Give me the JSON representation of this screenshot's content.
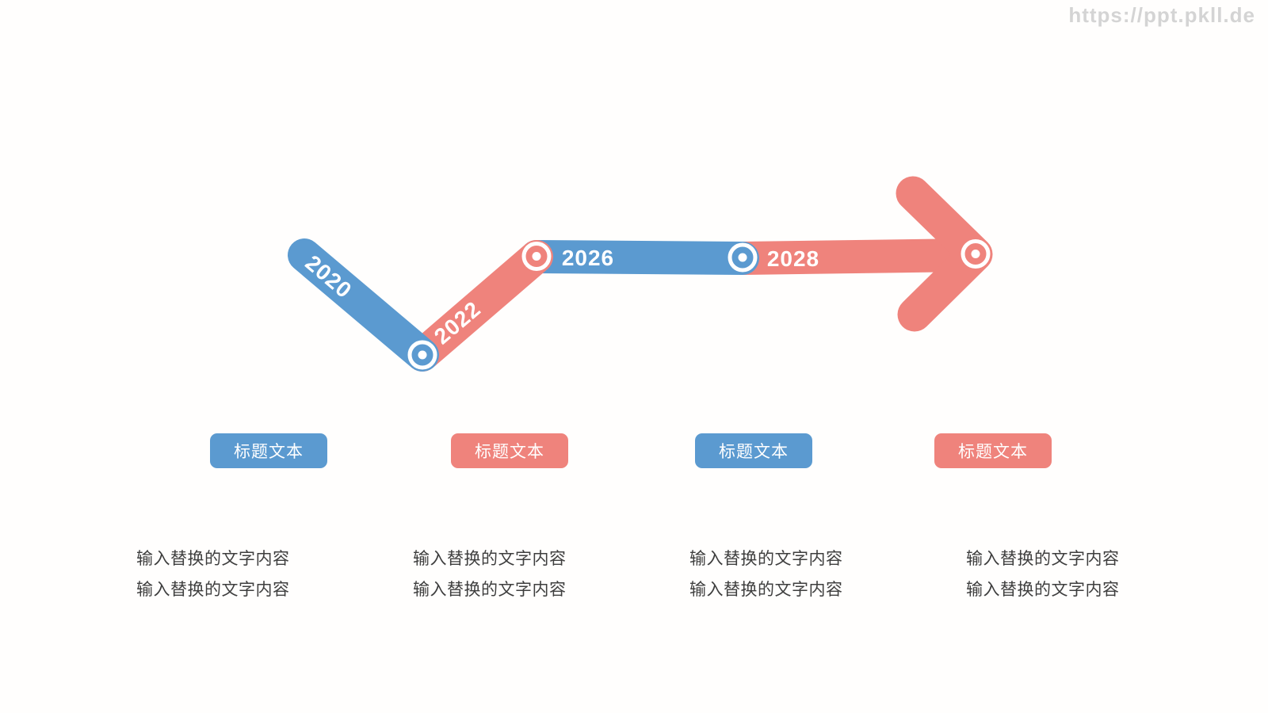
{
  "watermark": "https://ppt.pkll.de",
  "colors": {
    "blue": "#5b9ad0",
    "red": "#ef837c",
    "body_text": "#3e3e3e",
    "watermark": "#d4d4d4",
    "label_text": "#ffffff",
    "background": "#fffefd"
  },
  "timeline": {
    "type": "zigzag-arrow-timeline",
    "milestones": [
      {
        "year": "2020",
        "color": "blue"
      },
      {
        "year": "2022",
        "color": "red"
      },
      {
        "year": "2026",
        "color": "blue"
      },
      {
        "year": "2028",
        "color": "red"
      }
    ]
  },
  "columns": [
    {
      "title": "标题文本",
      "color": "blue",
      "lines": [
        "输入替换的文字内容",
        "输入替换的文字内容"
      ]
    },
    {
      "title": "标题文本",
      "color": "red",
      "lines": [
        "输入替换的文字内容",
        "输入替换的文字内容"
      ]
    },
    {
      "title": "标题文本",
      "color": "blue",
      "lines": [
        "输入替换的文字内容",
        "输入替换的文字内容"
      ]
    },
    {
      "title": "标题文本",
      "color": "red",
      "lines": [
        "输入替换的文字内容",
        "输入替换的文字内容"
      ]
    }
  ]
}
